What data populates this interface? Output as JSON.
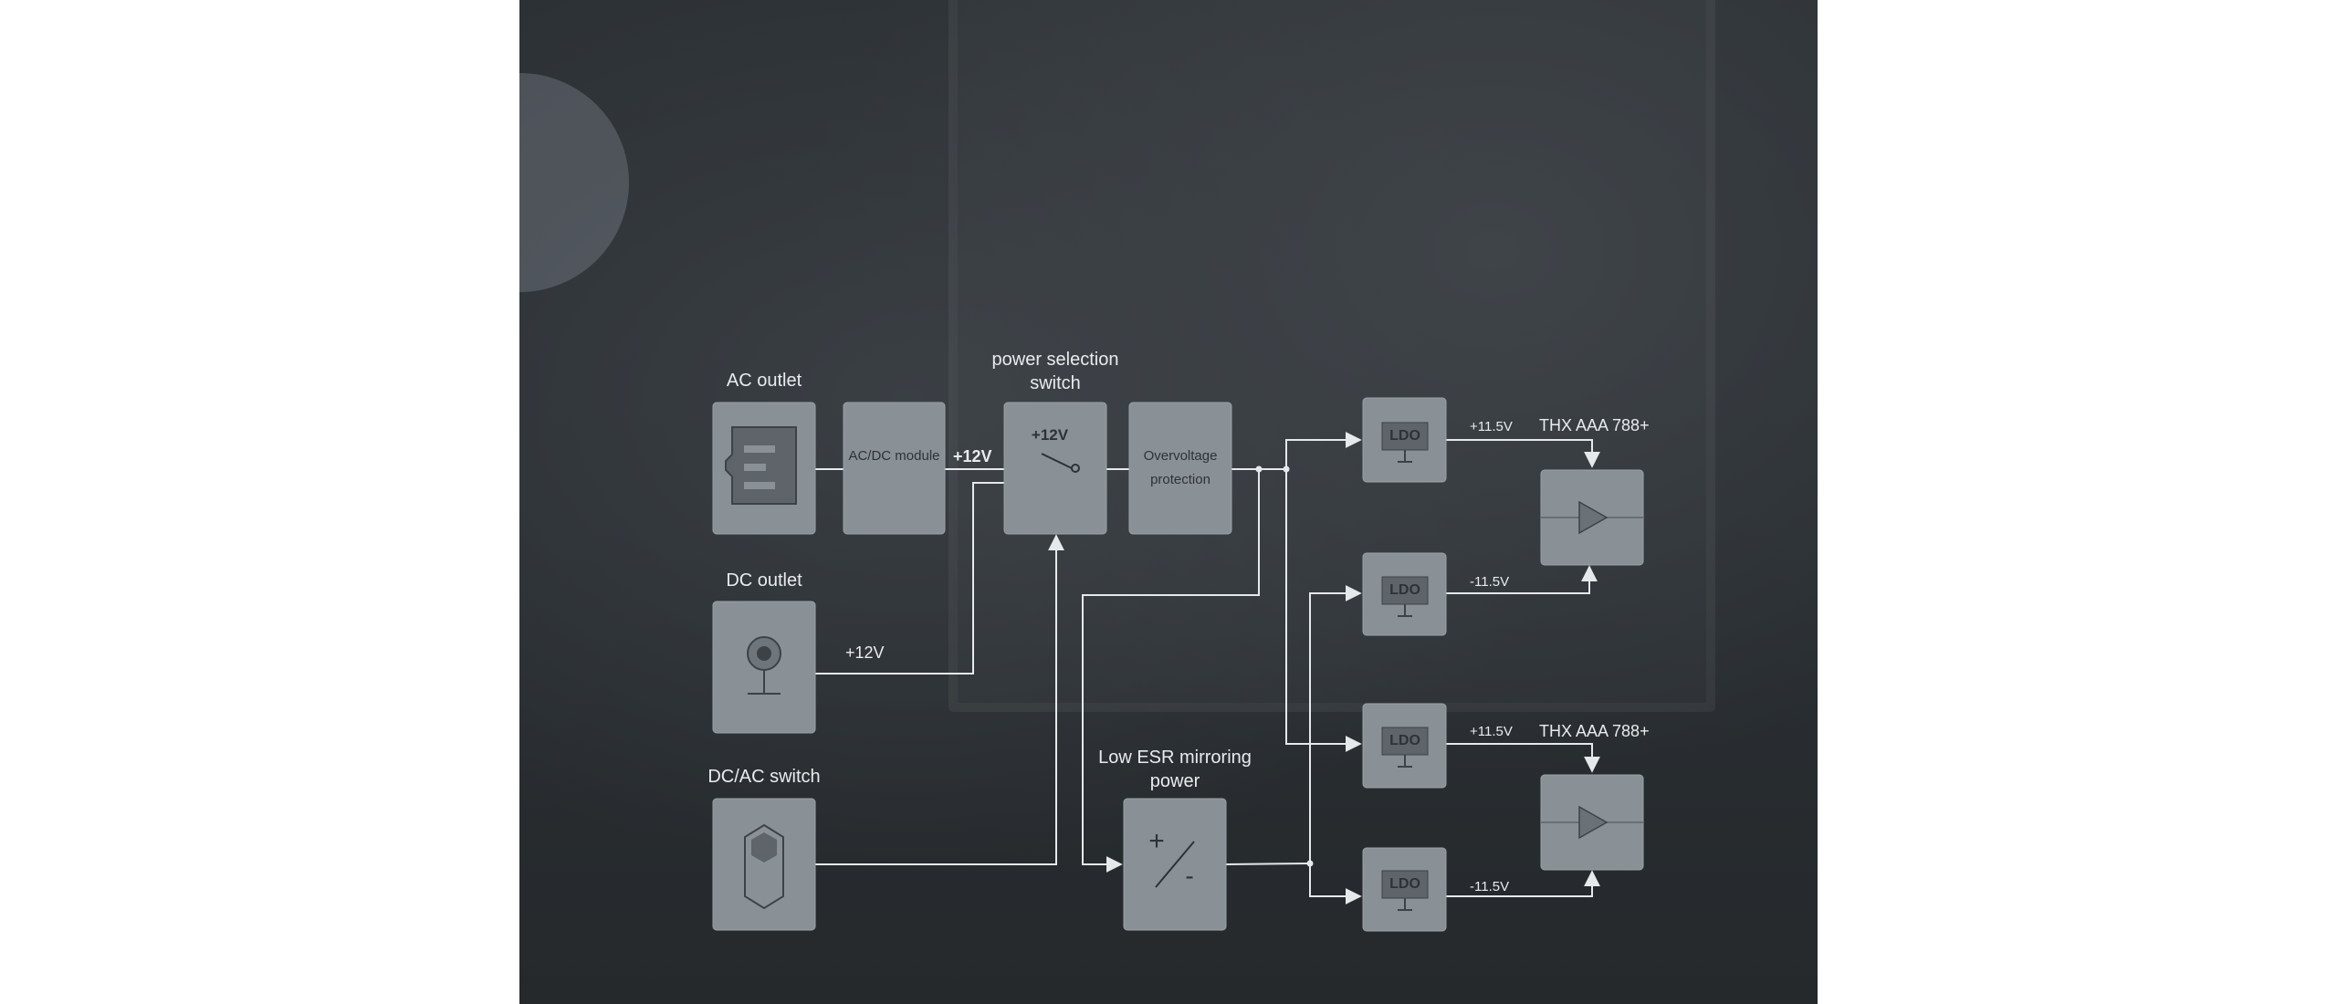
{
  "labels": {
    "ac_outlet": "AC outlet",
    "dc_outlet": "DC outlet",
    "dcac_switch": "DC/AC switch",
    "power_selection": "power selection switch",
    "low_esr": "Low ESR mirroring power",
    "thx_top": "THX AAA 788+",
    "thx_bottom": "THX AAA 788+"
  },
  "boxes": {
    "acdc_module": "AC/DC module",
    "overvoltage": "Overvoltage protection",
    "switch_voltage": "+12V",
    "ldo": [
      "LDO",
      "LDO",
      "LDO",
      "LDO"
    ],
    "plus": "+",
    "minus": "-"
  },
  "wires": {
    "acdc_out": "+12V",
    "dc_out": "+12V",
    "ldo_out": [
      "+11.5V",
      "-11.5V",
      "+11.5V",
      "-11.5V"
    ]
  },
  "colors": {
    "box_fill": "#8a9196",
    "wire": "#e6e9eb",
    "text": "#e9ecee"
  }
}
